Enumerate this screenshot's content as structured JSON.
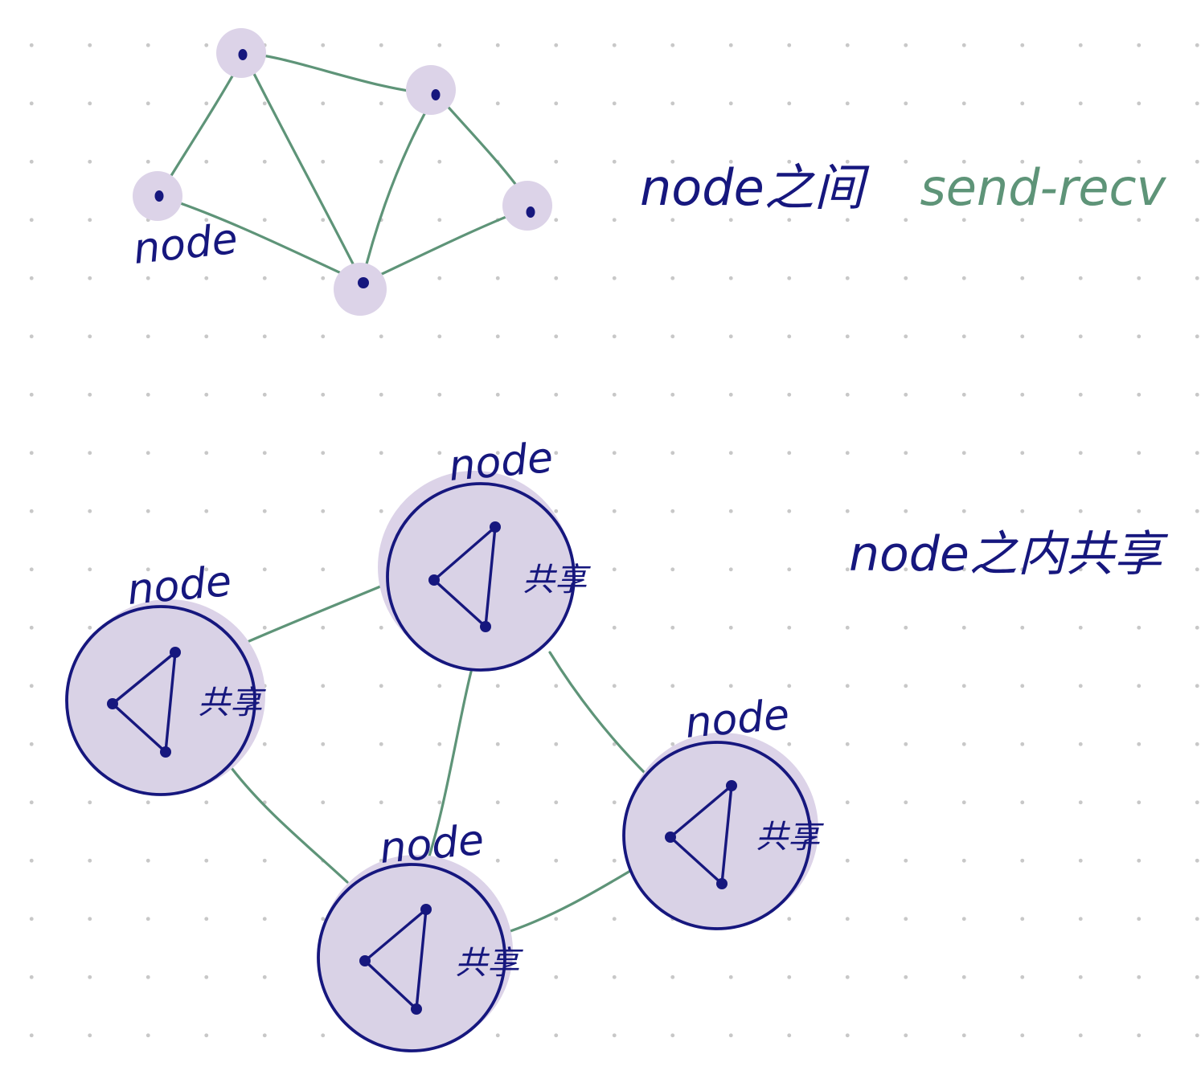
{
  "diagram": {
    "colors": {
      "ink": "#16177e",
      "edge": "#5e9478",
      "halo": "#dcd3e8",
      "node_fill": "#d9d2e6"
    },
    "top": {
      "node_label": "node",
      "caption_prefix": "node之间",
      "caption_comm": "send-recv"
    },
    "bottom": {
      "caption": "node之内共享",
      "clusters": [
        {
          "label": "node",
          "shared_label": "共享"
        },
        {
          "label": "node",
          "shared_label": "共享"
        },
        {
          "label": "node",
          "shared_label": "共享"
        },
        {
          "label": "node",
          "shared_label": "共享"
        }
      ]
    }
  }
}
